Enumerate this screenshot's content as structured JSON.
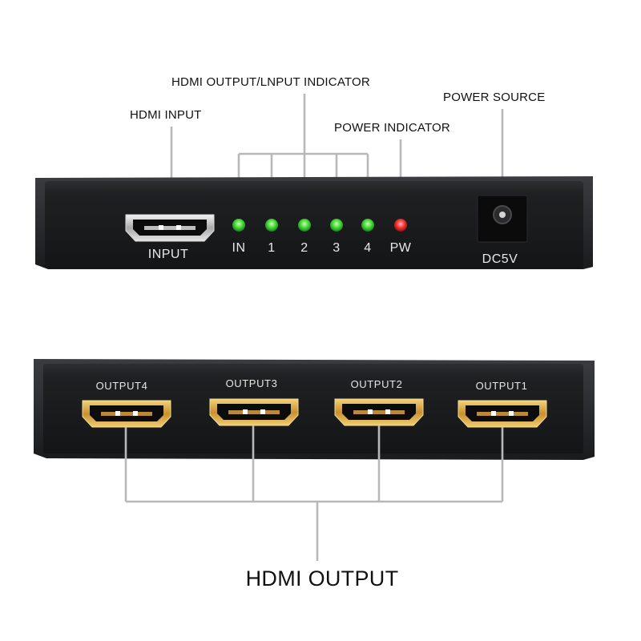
{
  "callouts": {
    "hdmi_input": "HDMI INPUT",
    "indicator": "HDMI OUTPUT/LNPUT INDICATOR",
    "power_indicator": "POWER INDICATOR",
    "power_source": "POWER SOURCE",
    "hdmi_output": "HDMI OUTPUT"
  },
  "front_panel": {
    "input_label": "INPUT",
    "leds": [
      {
        "label": "IN",
        "color": "#3fd43a"
      },
      {
        "label": "1",
        "color": "#3fd43a"
      },
      {
        "label": "2",
        "color": "#3fd43a"
      },
      {
        "label": "3",
        "color": "#3fd43a"
      },
      {
        "label": "4",
        "color": "#3fd43a"
      },
      {
        "label": "PW",
        "color": "#f03030"
      }
    ],
    "power_label": "DC5V"
  },
  "back_panel": {
    "ports": [
      "OUTPUT4",
      "OUTPUT3",
      "OUTPUT2",
      "OUTPUT1"
    ]
  },
  "colors": {
    "device_body": "#1c1d1f",
    "port_gold": "#d8a64a",
    "leader_line": "#b8b8b8"
  },
  "icons": {
    "hdmi_port": "hdmi-port-icon",
    "dc_jack": "dc-jack-icon",
    "led": "led-indicator-icon"
  }
}
